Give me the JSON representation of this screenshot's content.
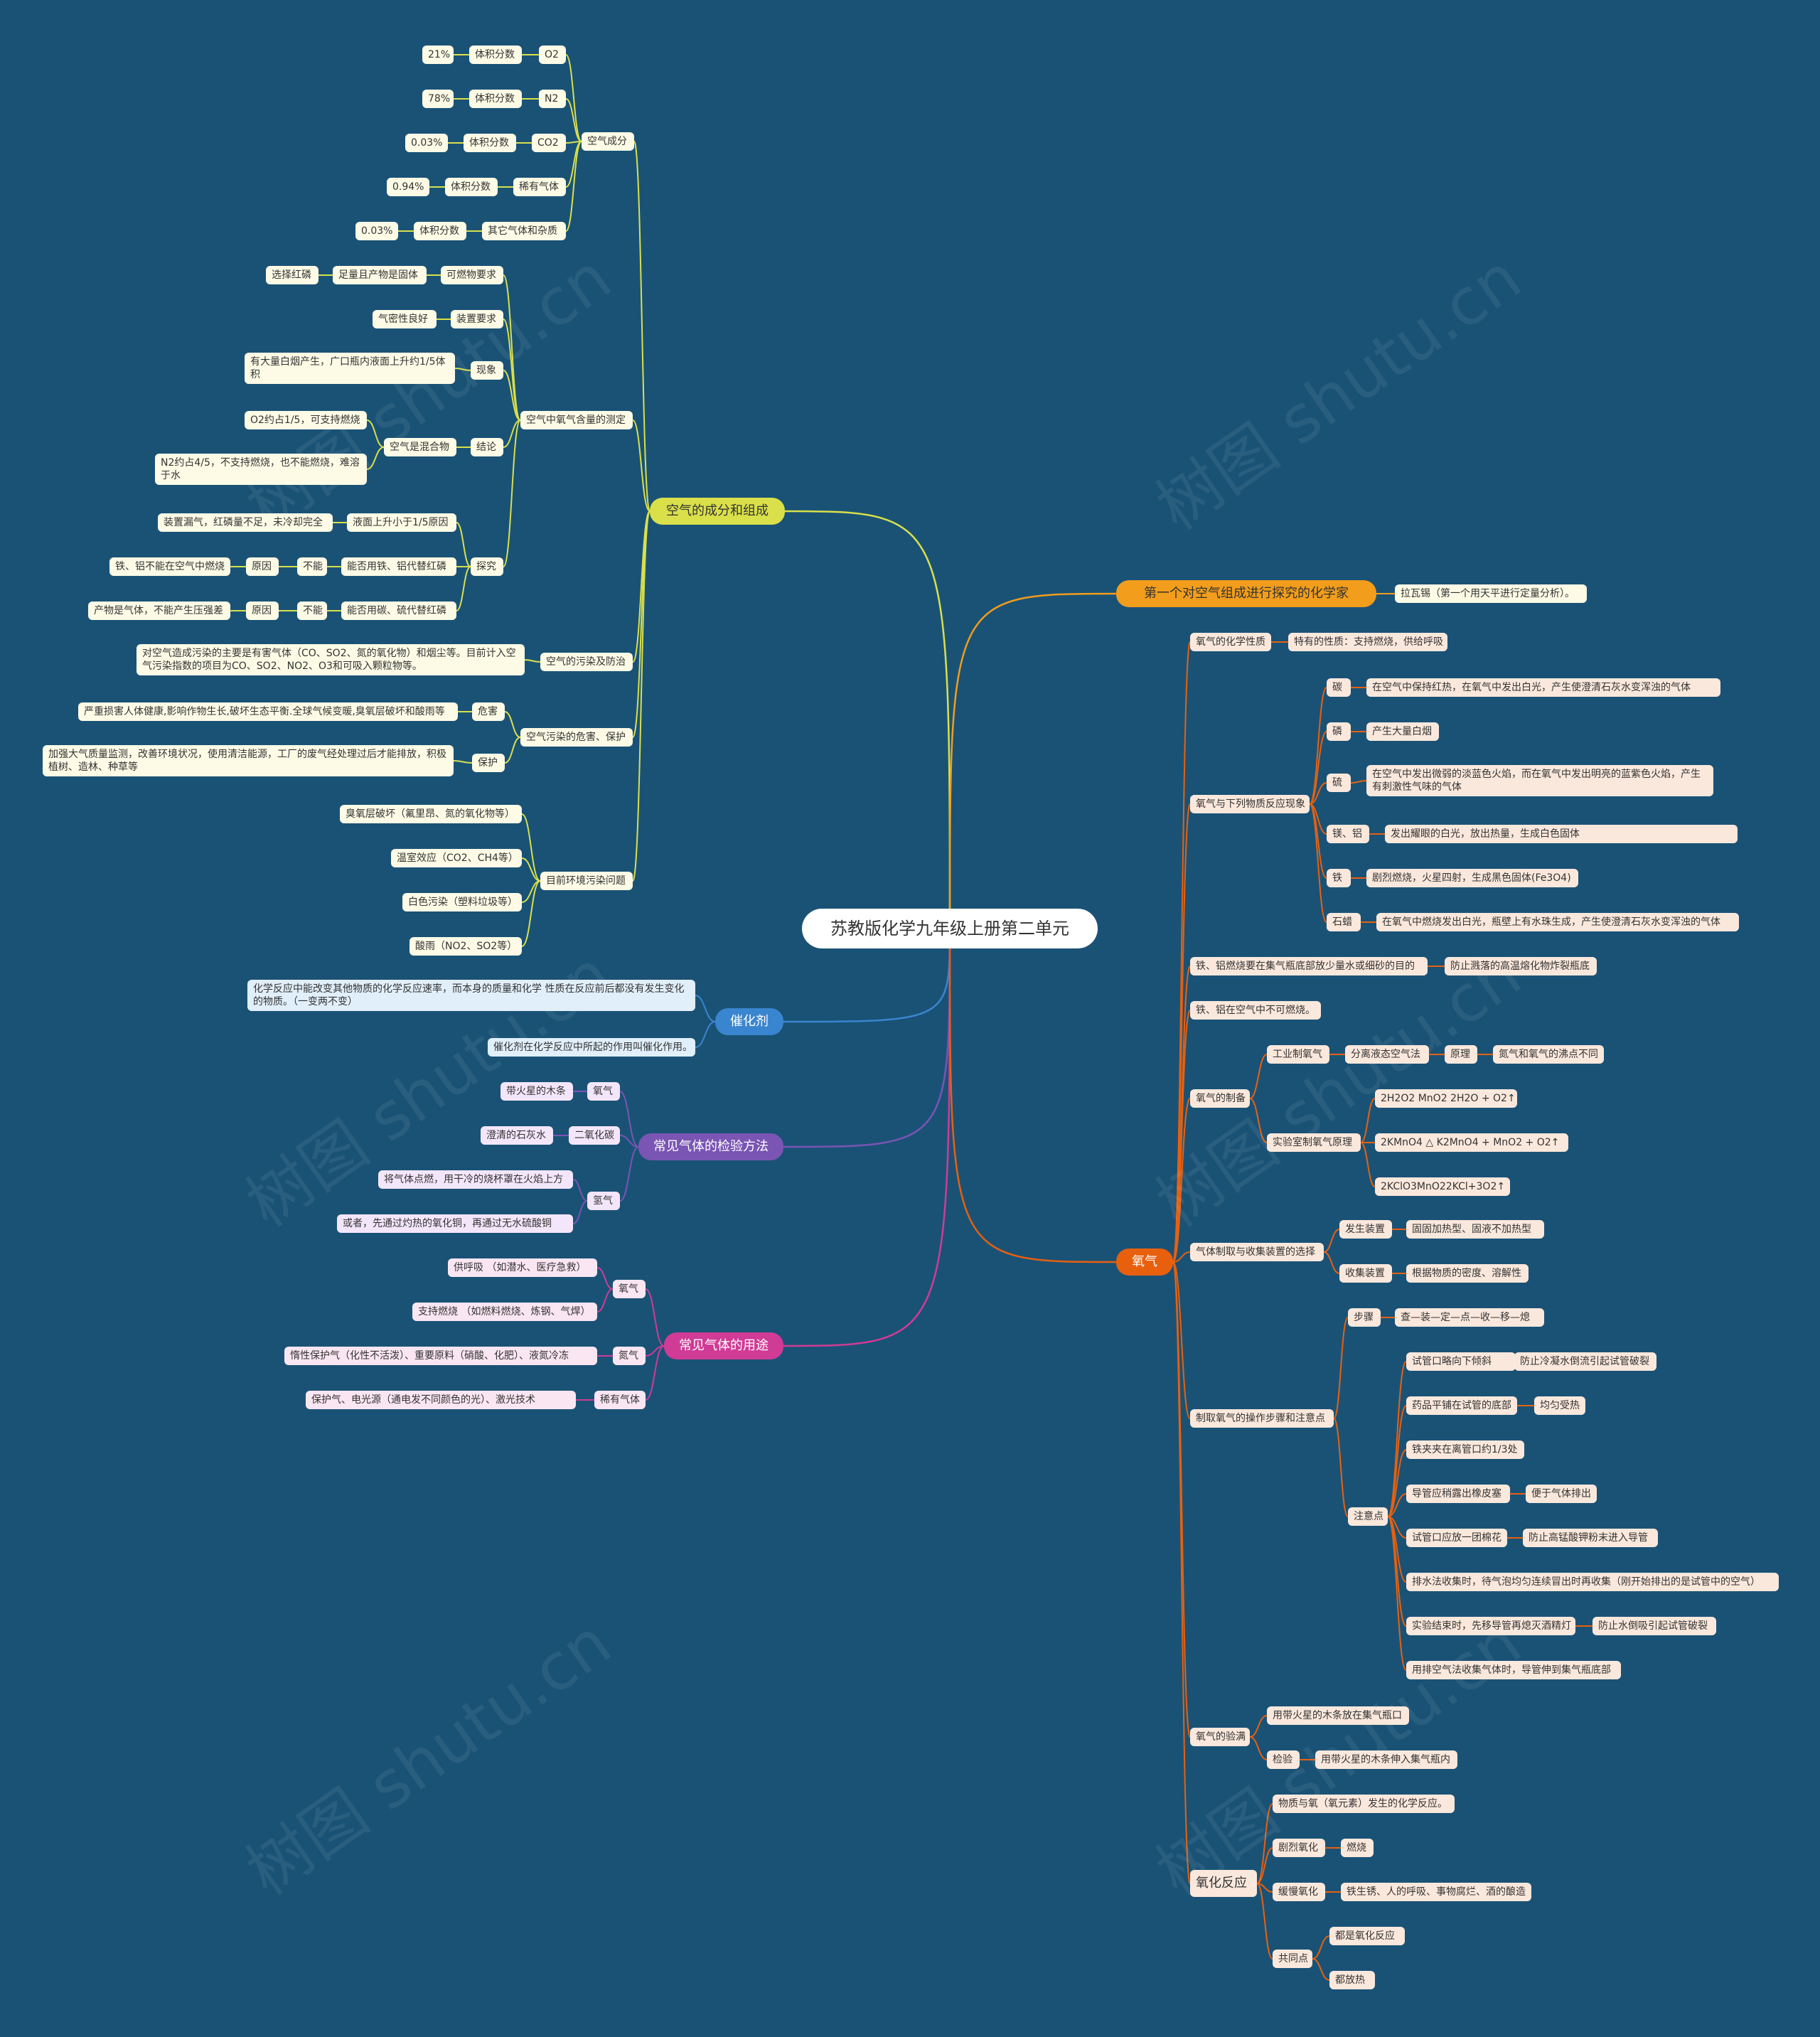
{
  "root": "苏教版化学九年级上册第二单元",
  "watermark": "树图 shutu.cn",
  "colors": {
    "air": "#d9e04a",
    "chemist": "#f29d1c",
    "oxygen": "#e8600e",
    "catalyst": "#3a85cf",
    "detect": "#7a55b3",
    "uses": "#d03b96"
  },
  "air": {
    "title": "空气的成分和组成",
    "comp": {
      "title": "空气成分",
      "o2": {
        "name": "O2",
        "ratio": "体积分数",
        "value": "21%"
      },
      "n2": {
        "name": "N2",
        "ratio": "体积分数",
        "value": "78%"
      },
      "co2": {
        "name": "CO2",
        "ratio": "体积分数",
        "value": "0.03%"
      },
      "rare": {
        "name": "稀有气体",
        "ratio": "体积分数",
        "value": "0.94%"
      },
      "other": {
        "name": "其它气体和杂质",
        "ratio": "体积分数",
        "value": "0.03%"
      }
    },
    "measure": {
      "title": "空气中氧气含量的测定",
      "fuel": "可燃物要求",
      "fuel_c": "足量且产物是固体",
      "fuel_e": "选择红磷",
      "device": "装置要求",
      "device_c": "气密性良好",
      "obs": "现象",
      "obs_c": "有大量白烟产生，广口瓶内液面上升约1/5体积",
      "concl": "结论",
      "concl_c": "空气是混合物",
      "concl_a": "O2约占1/5，可支持燃烧",
      "concl_b": "N2约占4/5，不支持燃烧，也不能燃烧，难溶于水",
      "explore": "探究",
      "e1": "液面上升小于1/5原因",
      "e1a": "装置漏气，红磷量不足，未冷却完全",
      "e2": "能否用铁、铝代替红磷",
      "e2a": "不能",
      "e2b": "原因",
      "e2c": "铁、铝不能在空气中燃烧",
      "e3": "能否用碳、硫代替红磷",
      "e3a": "不能",
      "e3b": "原因",
      "e3c": "产物是气体，不能产生压强差"
    },
    "poll": {
      "title": "空气的污染及防治",
      "c": "对空气造成污染的主要是有害气体（CO、SO2、氮的氧化物）和烟尘等。目前计入空气污染指数的项目为CO、SO2、NO2、O3和可吸入颗粒物等。"
    },
    "harm": {
      "title": "空气污染的危害、保护",
      "harm": "危害",
      "harm_c": "严重损害人体健康,影响作物生长,破坏生态平衡.全球气候变暖,臭氧层破坏和酸雨等",
      "protect": "保护",
      "protect_c": "加强大气质量监测，改善环境状况，使用清洁能源，工厂的废气经处理过后才能排放，积极植树、造林、种草等"
    },
    "env": {
      "title": "目前环境污染问题",
      "a": "臭氧层破坏（氟里昂、氮的氧化物等）",
      "b": "温室效应（CO2、CH4等）",
      "c": "白色污染（塑料垃圾等）",
      "d": "酸雨（NO2、SO2等）"
    }
  },
  "chemist": {
    "title": "第一个对空气组成进行探究的化学家",
    "c": "拉瓦锡（第一个用天平进行定量分析）。"
  },
  "catalyst": {
    "title": "催化剂",
    "a": "化学反应中能改变其他物质的化学反应速率，而本身的质量和化学 性质在反应前后都没有发生变化的物质。（一变两不变）",
    "b": "催化剂在化学反应中所起的作用叫催化作用。"
  },
  "detect": {
    "title": "常见气体的检验方法",
    "o2": "氧气",
    "o2c": "带火星的木条",
    "co2": "二氧化碳",
    "co2c": "澄清的石灰水",
    "h2": "氢气",
    "h2a": "将气体点燃，用干冷的烧杯罩在火焰上方",
    "h2b": "或者，先通过灼热的氧化铜，再通过无水硫酸铜"
  },
  "uses": {
    "title": "常见气体的用途",
    "o2": "氧气",
    "o2a": "供呼吸 （如潜水、医疗急救）",
    "o2b": "支持燃烧 （如燃料燃烧、炼钢、气焊）",
    "n2": "氮气",
    "n2a": "惰性保护气（化性不活泼）、重要原料（硝酸、化肥）、液氮冷冻",
    "rare": "稀有气体",
    "rarea": "保护气、电光源（通电发不同颜色的光）、激光技术"
  },
  "oxygen": {
    "title": "氧气",
    "chem": "氧气的化学性质",
    "chem_c": "特有的性质：支持燃烧，供给呼吸",
    "react": "氧气与下列物质反应现象",
    "c": "碳",
    "c_c": "在空气中保持红热，在氧气中发出白光，产生使澄清石灰水变浑浊的气体",
    "p": "磷",
    "p_c": "产生大量白烟",
    "s": "硫",
    "s_c": "在空气中发出微弱的淡蓝色火焰，而在氧气中发出明亮的蓝紫色火焰，产生有刺激性气味的气体",
    "mg": "镁、铝",
    "mg_c": "发出耀眼的白光，放出热量，生成白色固体",
    "fe": "铁",
    "fe_c": "剧烈燃烧，火星四射，生成黑色固体(Fe3O4)",
    "wax": "石蜡",
    "wax_c": "在氧气中燃烧发出白光，瓶壁上有水珠生成，产生使澄清石灰水变浑浊的气体",
    "feburn": "铁、铝燃烧要在集气瓶底部放少量水或细砂的目的",
    "feburn_c": "防止溅落的高温熔化物炸裂瓶底",
    "fenot": "铁、铝在空气中不可燃烧。",
    "prep": "氧气的制备",
    "ind": "工业制氧气",
    "ind_a": "分离液态空气法",
    "ind_b": "原理",
    "ind_c": "氮气和氧气的沸点不同",
    "lab": "实验室制氧气原理",
    "lab1": "2H2O2 MnO2 2H2O + O2↑",
    "lab2": "2KMnO4 △ K2MnO4 + MnO2 + O2↑",
    "lab3": "2KClO3MnO22KCl+3O2↑",
    "dev": "气体制取与收集装置的选择",
    "gen": "发生装置",
    "gen_c": "固固加热型、固液不加热型",
    "col": "收集装置",
    "col_c": "根据物质的密度、溶解性",
    "op": "制取氧气的操作步骤和注意点",
    "step": "步骤",
    "step_c": "查—装—定—点—收—移—熄",
    "note": "注意点",
    "n1": "试管口略向下倾斜",
    "n1c": "防止冷凝水倒流引起试管破裂",
    "n2": "药品平铺在试管的底部",
    "n2c": "均匀受热",
    "n3": "铁夹夹在离管口约1/3处",
    "n4": "导管应稍露出橡皮塞",
    "n4c": "便于气体排出",
    "n5": "试管口应放一团棉花",
    "n5c": "防止高锰酸钾粉末进入导管",
    "n6": "排水法收集时，待气泡均匀连续冒出时再收集（刚开始排出的是试管中的空气）",
    "n7": "实验结束时，先移导管再熄灭酒精灯",
    "n7c": "防止水倒吸引起试管破裂",
    "n8": "用排空气法收集气体时，导管伸到集气瓶底部",
    "test": "氧气的验满",
    "test_a": "用带火星的木条放在集气瓶口",
    "test_b": "检验",
    "test_c": "用带火星的木条伸入集气瓶内",
    "ox": "氧化反应",
    "ox_a": "物质与氧（氧元素）发生的化学反应。",
    "ox_b": "剧烈氧化",
    "ox_bc": "燃烧",
    "ox_c": "缓慢氧化",
    "ox_cc": "铁生锈、人的呼吸、事物腐烂、酒的酿造",
    "ox_d": "共同点",
    "ox_d1": "都是氧化反应",
    "ox_d2": "都放热"
  }
}
